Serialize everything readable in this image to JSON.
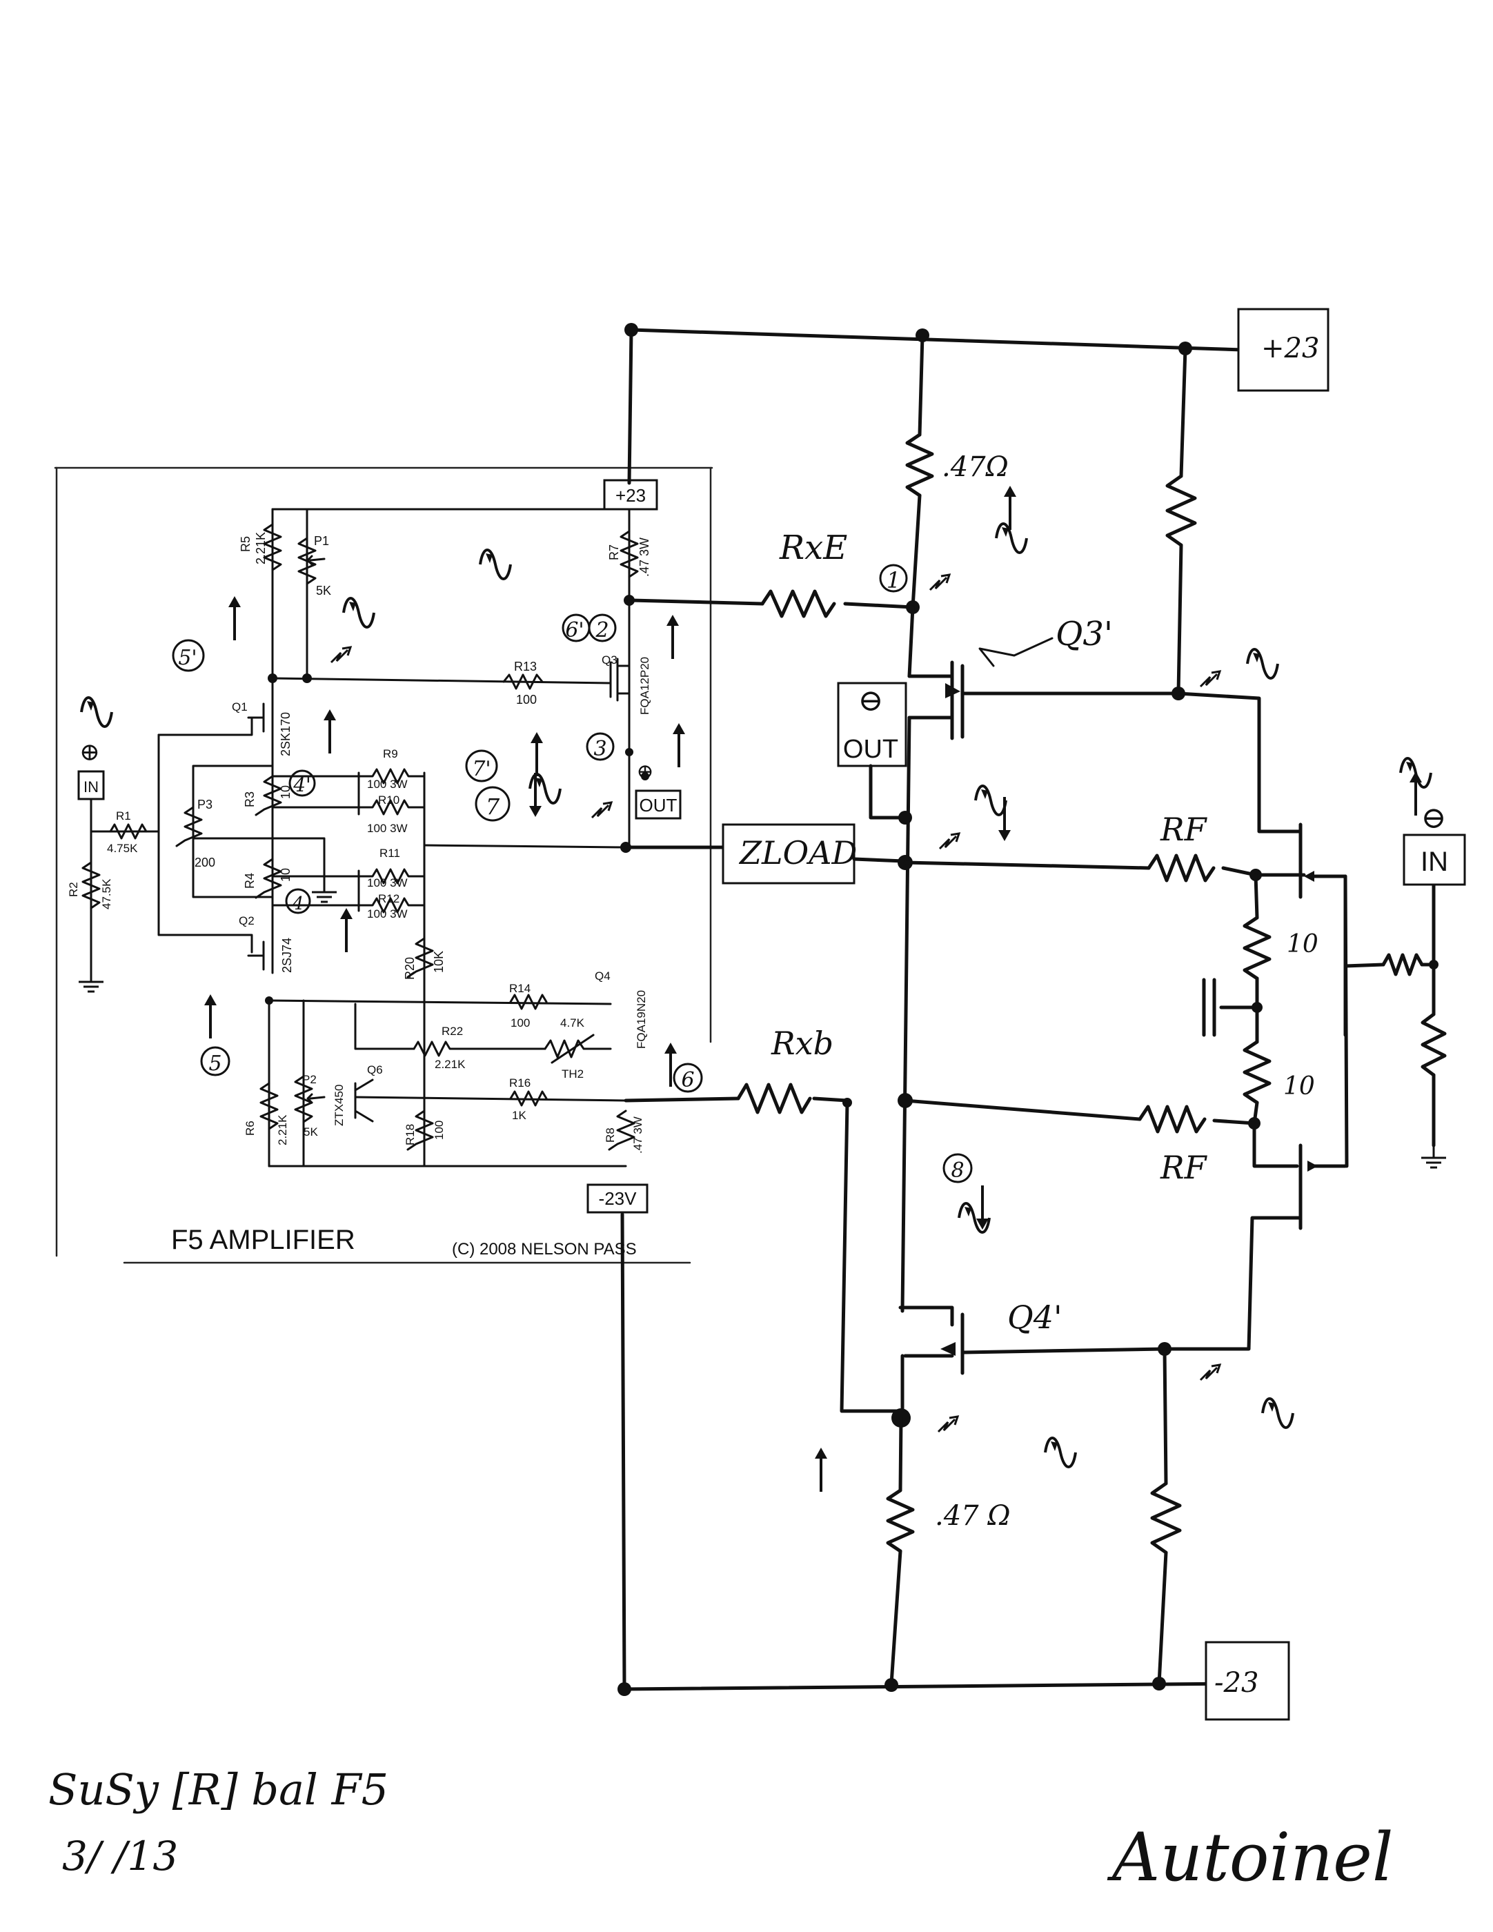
{
  "printed_schematic": {
    "title": "F5 AMPLIFIER",
    "copyright": "(C) 2008 NELSON PASS",
    "rails": {
      "positive": "+23",
      "negative": "-23V"
    },
    "terminals": {
      "input": "IN",
      "output": "OUT"
    },
    "transistors": {
      "q1": "Q1",
      "q1_part": "2SK170",
      "q2": "Q2",
      "q2_part": "2SJ74",
      "q3": "Q3",
      "q3_part": "FQA12P20",
      "q4": "Q4",
      "q4_part": "FQA19N20",
      "q6": "Q6",
      "q6_part": "ZTX450"
    },
    "parts": {
      "r1": "R1",
      "r1_val": "4.75K",
      "r2": "R2",
      "r2_val": "47.5K",
      "r3": "R3",
      "r3_val": "10",
      "r4": "R4",
      "r4_val": "10",
      "r5": "R5",
      "r5_val": "2.21K",
      "r6": "R6",
      "r6_val": "2.21K",
      "r7": "R7",
      "r7_val": ".47 3W",
      "r8": "R8",
      "r8_val": ".47 3W",
      "r9": "R9",
      "r9_val": "100 3W",
      "r10": "R10",
      "r10_val": "100 3W",
      "r11": "R11",
      "r11_val": "100 3W",
      "r12": "R12",
      "r12_val": "100 3W",
      "r13": "R13",
      "r13_val": "100",
      "r14": "R14",
      "r14_val": "100",
      "r16": "R16",
      "r16_val": "1K",
      "r18": "R18",
      "r18_val": "100",
      "r20": "R20",
      "r20_val": "10K",
      "r22": "R22",
      "r22_val": "2.21K",
      "p1": "P1",
      "p1_val": "5K",
      "p2": "P2",
      "p2_val": "5K",
      "p3": "P3",
      "p3_val": "200",
      "th2": "TH2",
      "th2_val": "4.7K"
    }
  },
  "hand_drawn": {
    "rails": {
      "positive": "+23",
      "negative": "-23"
    },
    "labels": {
      "rxe": "RxE",
      "rxb": "Rxb",
      "q3_prime": "Q3'",
      "q4_prime": "Q4'",
      "zload": "ZLOAD",
      "out": "OUT",
      "in": "IN",
      "minus": "⊖",
      "plus": "⊕",
      "rf_top": "RF",
      "rf_bottom": "RF",
      "r_47_top": ".47Ω",
      "r_47_bottom": ".47 Ω",
      "r10_top": "10",
      "r10_bottom": "10"
    },
    "node_markers": {
      "n1": "1",
      "n2": "2",
      "n3": "3",
      "n4": "4",
      "n4p": "4'",
      "n5": "5",
      "n5p": "5'",
      "n6": "6",
      "n6p": "6'",
      "n7": "7",
      "n7p": "7'",
      "n8": "8"
    },
    "note_line1": "SuSy [R] bal F5",
    "note_line2": "3/ /13",
    "signature": "Autoinel"
  },
  "icons": [
    "sine-wave-icon",
    "arrow-up-icon",
    "arrow-down-icon",
    "ground-icon",
    "zigzag-arrow-icon"
  ]
}
